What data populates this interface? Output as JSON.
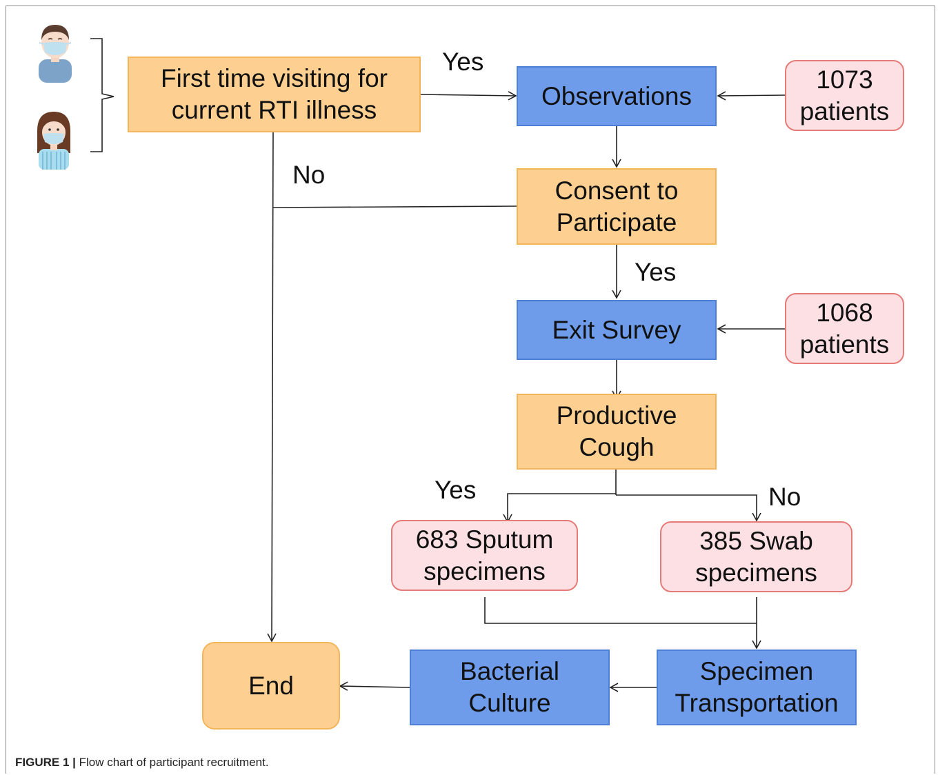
{
  "nodes": {
    "first_visit": "First time visiting for\ncurrent RTI illness",
    "observations": "Observations",
    "patients_1073": "1073\npatients",
    "consent": "Consent to\nParticipate",
    "exit_survey": "Exit Survey",
    "patients_1068": "1068\npatients",
    "productive_cough": "Productive\nCough",
    "sputum": "683 Sputum\nspecimens",
    "swab": "385 Swab\nspecimens",
    "end": "End",
    "bacterial_culture": "Bacterial\nCulture",
    "specimen_transport": "Specimen\nTransportation"
  },
  "edge_labels": {
    "yes_first": "Yes",
    "no_first": "No",
    "yes_consent": "Yes",
    "yes_cough": "Yes",
    "no_cough": "No"
  },
  "caption": {
    "label": "FIGURE 1 |",
    "text": " Flow chart of participant recruitment."
  },
  "icons": [
    "male-patient-masked-icon",
    "female-patient-masked-icon"
  ],
  "colors": {
    "orange_fill": "#fdd092",
    "blue_fill": "#6e9cea",
    "pink_fill": "#fde0e4"
  }
}
